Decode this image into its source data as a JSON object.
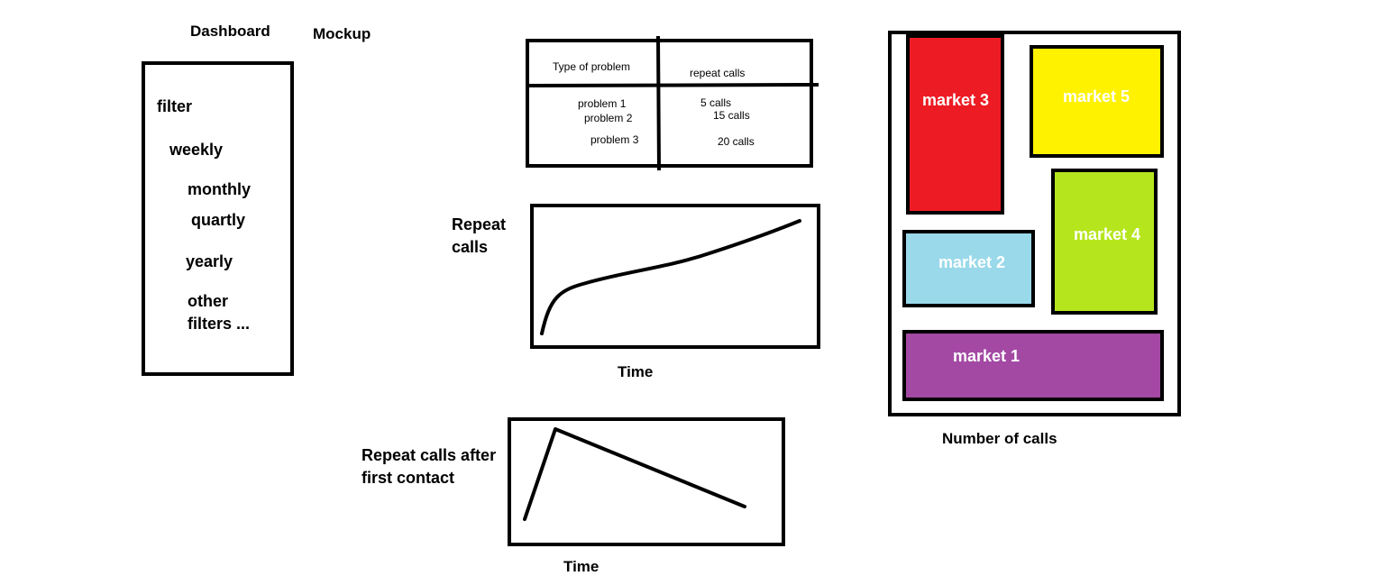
{
  "header": {
    "title": "Dashboard",
    "subtitle": "Mockup"
  },
  "filter_panel": {
    "label": "filter",
    "items": [
      "weekly",
      "monthly",
      "quartly",
      "yearly",
      "other",
      "filters ..."
    ]
  },
  "problem_table": {
    "headers": [
      "Type of problem",
      "repeat calls"
    ],
    "rows": [
      [
        "problem 1",
        "5 calls"
      ],
      [
        "problem 2",
        "15 calls"
      ],
      [
        "problem 3",
        "20 calls"
      ]
    ]
  },
  "repeat_calls_chart": {
    "ylabel_line1": "Repeat",
    "ylabel_line2": "calls",
    "xlabel": "Time"
  },
  "first_contact_chart": {
    "ylabel_line1": "Repeat calls after",
    "ylabel_line2": "first contact",
    "xlabel": "Time"
  },
  "treemap": {
    "caption": "Number of calls",
    "markets": [
      {
        "label": "market 3",
        "color": "#ed1c24"
      },
      {
        "label": "market 5",
        "color": "#fff200"
      },
      {
        "label": "market 4",
        "color": "#b5e61d"
      },
      {
        "label": "market 2",
        "color": "#99d9ea"
      },
      {
        "label": "market 1",
        "color": "#a349a4"
      }
    ]
  }
}
